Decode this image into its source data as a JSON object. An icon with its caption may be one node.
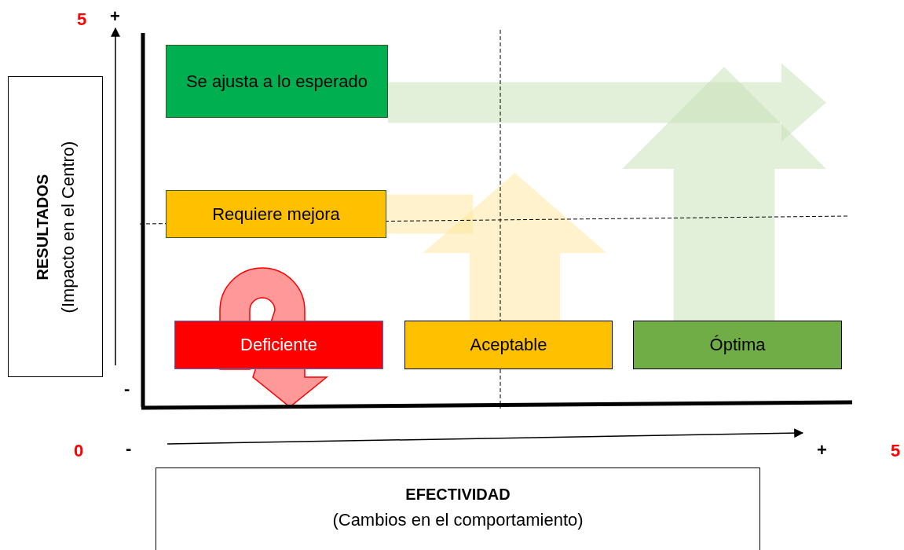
{
  "diagram": {
    "nodes": [
      {
        "text": [
          "Se ajusta a lo esperado"
        ]
      },
      {
        "text": [
          "Requiere mejora"
        ]
      },
      {
        "text": [
          "Deficiente"
        ]
      },
      {
        "text": [
          "Aceptable"
        ]
      },
      {
        "text": [
          "Óptima"
        ]
      },
      {
        "text": [
          "RESULTADOS",
          "(Impacto en el Centro)"
        ]
      },
      {
        "text": [
          "EFECTIVIDAD",
          "(Cambios en el comportamiento)"
        ]
      }
    ],
    "edges": [
      {
        "from": 0,
        "to": null,
        "arrow": "to",
        "color": "#c6e0b4"
      },
      {
        "from": 4,
        "to": null,
        "arrow": "to",
        "color": "#c6e0b4"
      },
      {
        "from": 1,
        "to": null,
        "arrow": "none",
        "color": "#ffe699"
      },
      {
        "from": 3,
        "to": null,
        "arrow": "to",
        "color": "#ffe699"
      },
      {
        "from": 2,
        "to": null,
        "arrow": "to",
        "color": "#ff0000"
      }
    ],
    "labels": [
      "5",
      "+",
      "-",
      "0",
      "-",
      "+",
      "5"
    ]
  }
}
